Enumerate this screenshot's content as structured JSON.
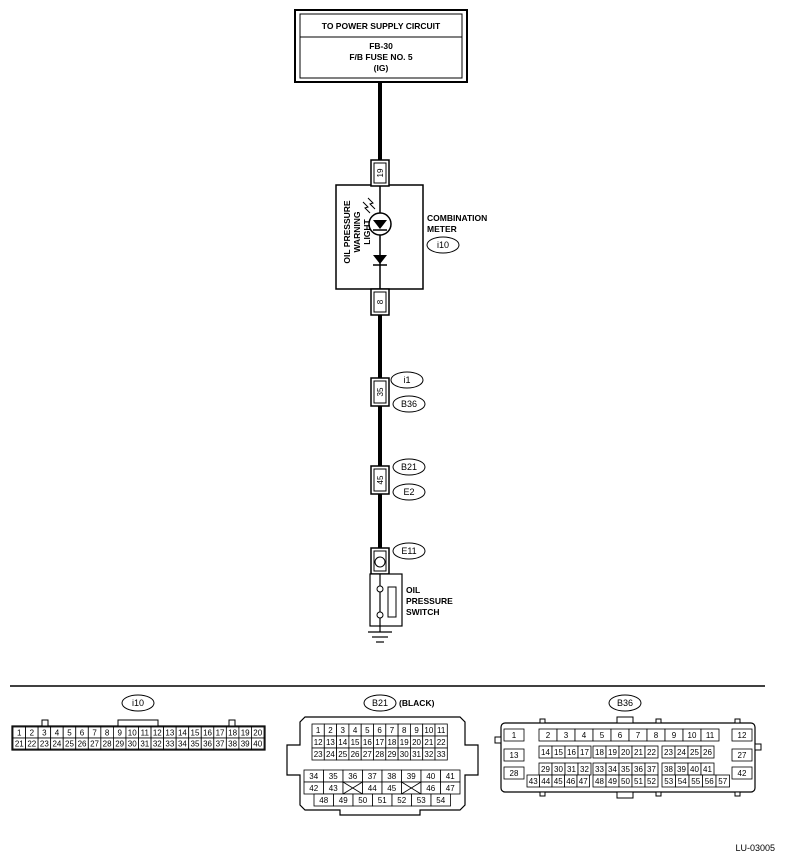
{
  "supply": {
    "title": "TO POWER SUPPLY CIRCUIT",
    "line1": "FB-30",
    "line2": "F/B FUSE NO. 5",
    "line3": "(IG)"
  },
  "meter": {
    "name_line1": "COMBINATION",
    "name_line2": "METER",
    "connector": "i10",
    "pin_top": "19",
    "pin_bottom": "8",
    "lamp_line1": "OIL PRESSURE",
    "lamp_line2": "WARNING",
    "lamp_line3": "LIGHT"
  },
  "joint1": {
    "pin": "35",
    "upper": "i1",
    "lower": "B36"
  },
  "joint2": {
    "pin": "45",
    "upper": "B21",
    "lower": "E2"
  },
  "switch": {
    "connector": "E11",
    "label_line1": "OIL",
    "label_line2": "PRESSURE",
    "label_line3": "SWITCH"
  },
  "connectors": {
    "i10": {
      "name": "i10",
      "row1": [
        "1",
        "2",
        "3",
        "4",
        "5",
        "6",
        "7",
        "8",
        "9",
        "10",
        "11",
        "12",
        "13",
        "14",
        "15",
        "16",
        "17",
        "18",
        "19",
        "20"
      ],
      "row2": [
        "21",
        "22",
        "23",
        "24",
        "25",
        "26",
        "27",
        "28",
        "29",
        "30",
        "31",
        "32",
        "33",
        "34",
        "35",
        "36",
        "37",
        "38",
        "39",
        "40"
      ]
    },
    "b21": {
      "name": "B21",
      "color_note": "(BLACK)",
      "r1": [
        "1",
        "2",
        "3",
        "4",
        "5",
        "6",
        "7",
        "8",
        "9",
        "10",
        "11"
      ],
      "r2": [
        "12",
        "13",
        "14",
        "15",
        "16",
        "17",
        "18",
        "19",
        "20",
        "21",
        "22"
      ],
      "r3": [
        "23",
        "24",
        "25",
        "26",
        "27",
        "28",
        "29",
        "30",
        "31",
        "32",
        "33"
      ],
      "r4": [
        "34",
        "35",
        "36",
        "37",
        "38",
        "39",
        "40",
        "41"
      ],
      "r5": [
        "42",
        "43",
        "",
        "44",
        "45",
        "",
        "46",
        "47"
      ],
      "r6": [
        "48",
        "49",
        "50",
        "51",
        "52",
        "53",
        "54"
      ]
    },
    "b36": {
      "name": "B36",
      "side_left": [
        "1",
        "13",
        "28"
      ],
      "side_right": [
        "12",
        "27",
        "42"
      ],
      "top": [
        "2",
        "3",
        "4",
        "5",
        "6",
        "7",
        "8",
        "9",
        "10",
        "11"
      ],
      "mid1": [
        "14",
        "15",
        "16",
        "17",
        "18",
        "19",
        "20",
        "21",
        "22",
        "23",
        "24",
        "25",
        "26"
      ],
      "mid2": [
        "29",
        "30",
        "31",
        "32",
        "33",
        "34",
        "35",
        "36",
        "37",
        "38",
        "39",
        "40",
        "41"
      ],
      "bot": [
        "43",
        "44",
        "45",
        "46",
        "47",
        "48",
        "49",
        "50",
        "51",
        "52",
        "53",
        "54",
        "55",
        "56",
        "57"
      ]
    }
  },
  "figure_code": "LU-03005"
}
